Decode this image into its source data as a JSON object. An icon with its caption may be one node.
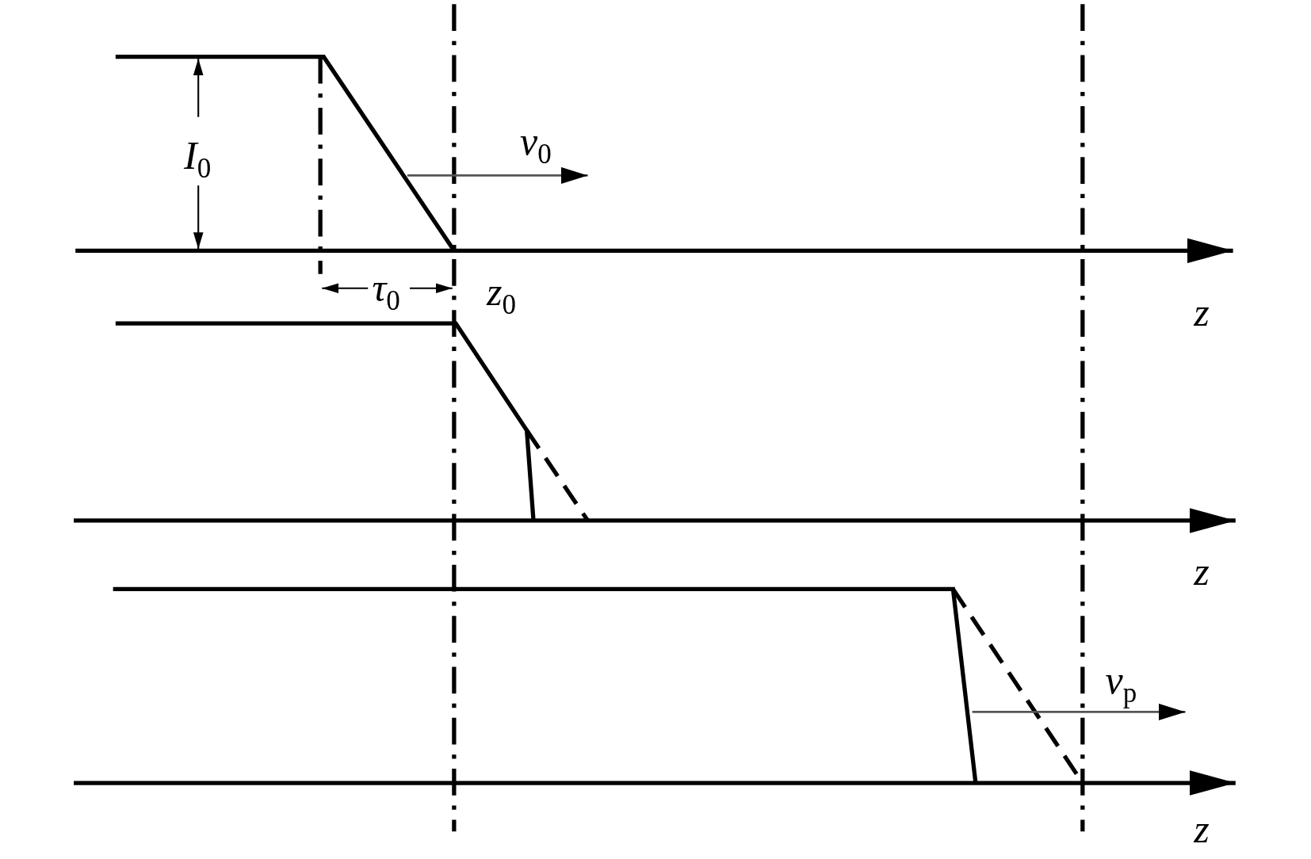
{
  "diagram": {
    "labels": [
      "I$_{0}$",
      "v$_{0}$",
      "τ$_{0}$",
      "z$_{0}$",
      "z",
      "z",
      "z",
      "v$_{p}$"
    ]
  }
}
